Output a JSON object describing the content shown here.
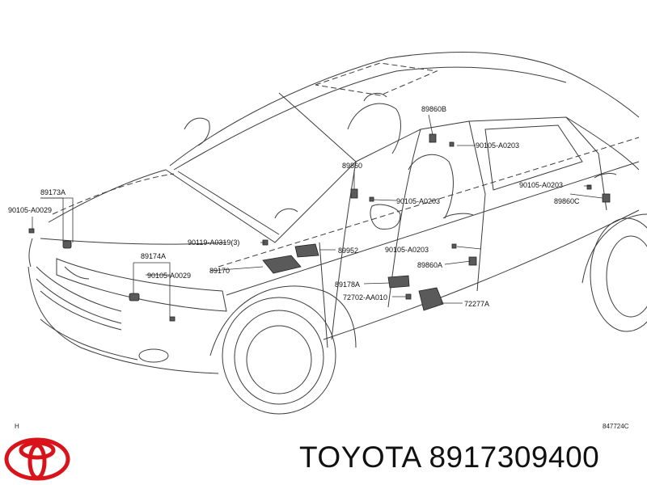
{
  "diagram": {
    "labels": {
      "p89173A": "89173A",
      "p90105_A0029_left": "90105-A0029",
      "p89174A": "89174A",
      "p90105_A0029_front": "90105-A0029",
      "p90119": "90119-A0319(3)",
      "p89170": "89170",
      "p89860B": "89860B",
      "p90105_A0203_top": "90105-A0203",
      "p89860": "89860",
      "p90105_A0203_mid": "90105-A0203",
      "p90105_A0203_right": "90105-A0203",
      "p89860C": "89860C",
      "p89952": "89952",
      "p90105_A0203_low": "90105-A0203",
      "p89860A": "89860A",
      "p89178A": "89178A",
      "p72702": "72702-AA010",
      "p72277A": "72277A"
    },
    "footer_left": "H",
    "footer_right": "847724C"
  },
  "brand": {
    "text": "TOYOTA 8917309400",
    "logo_color": "#d8141a"
  }
}
